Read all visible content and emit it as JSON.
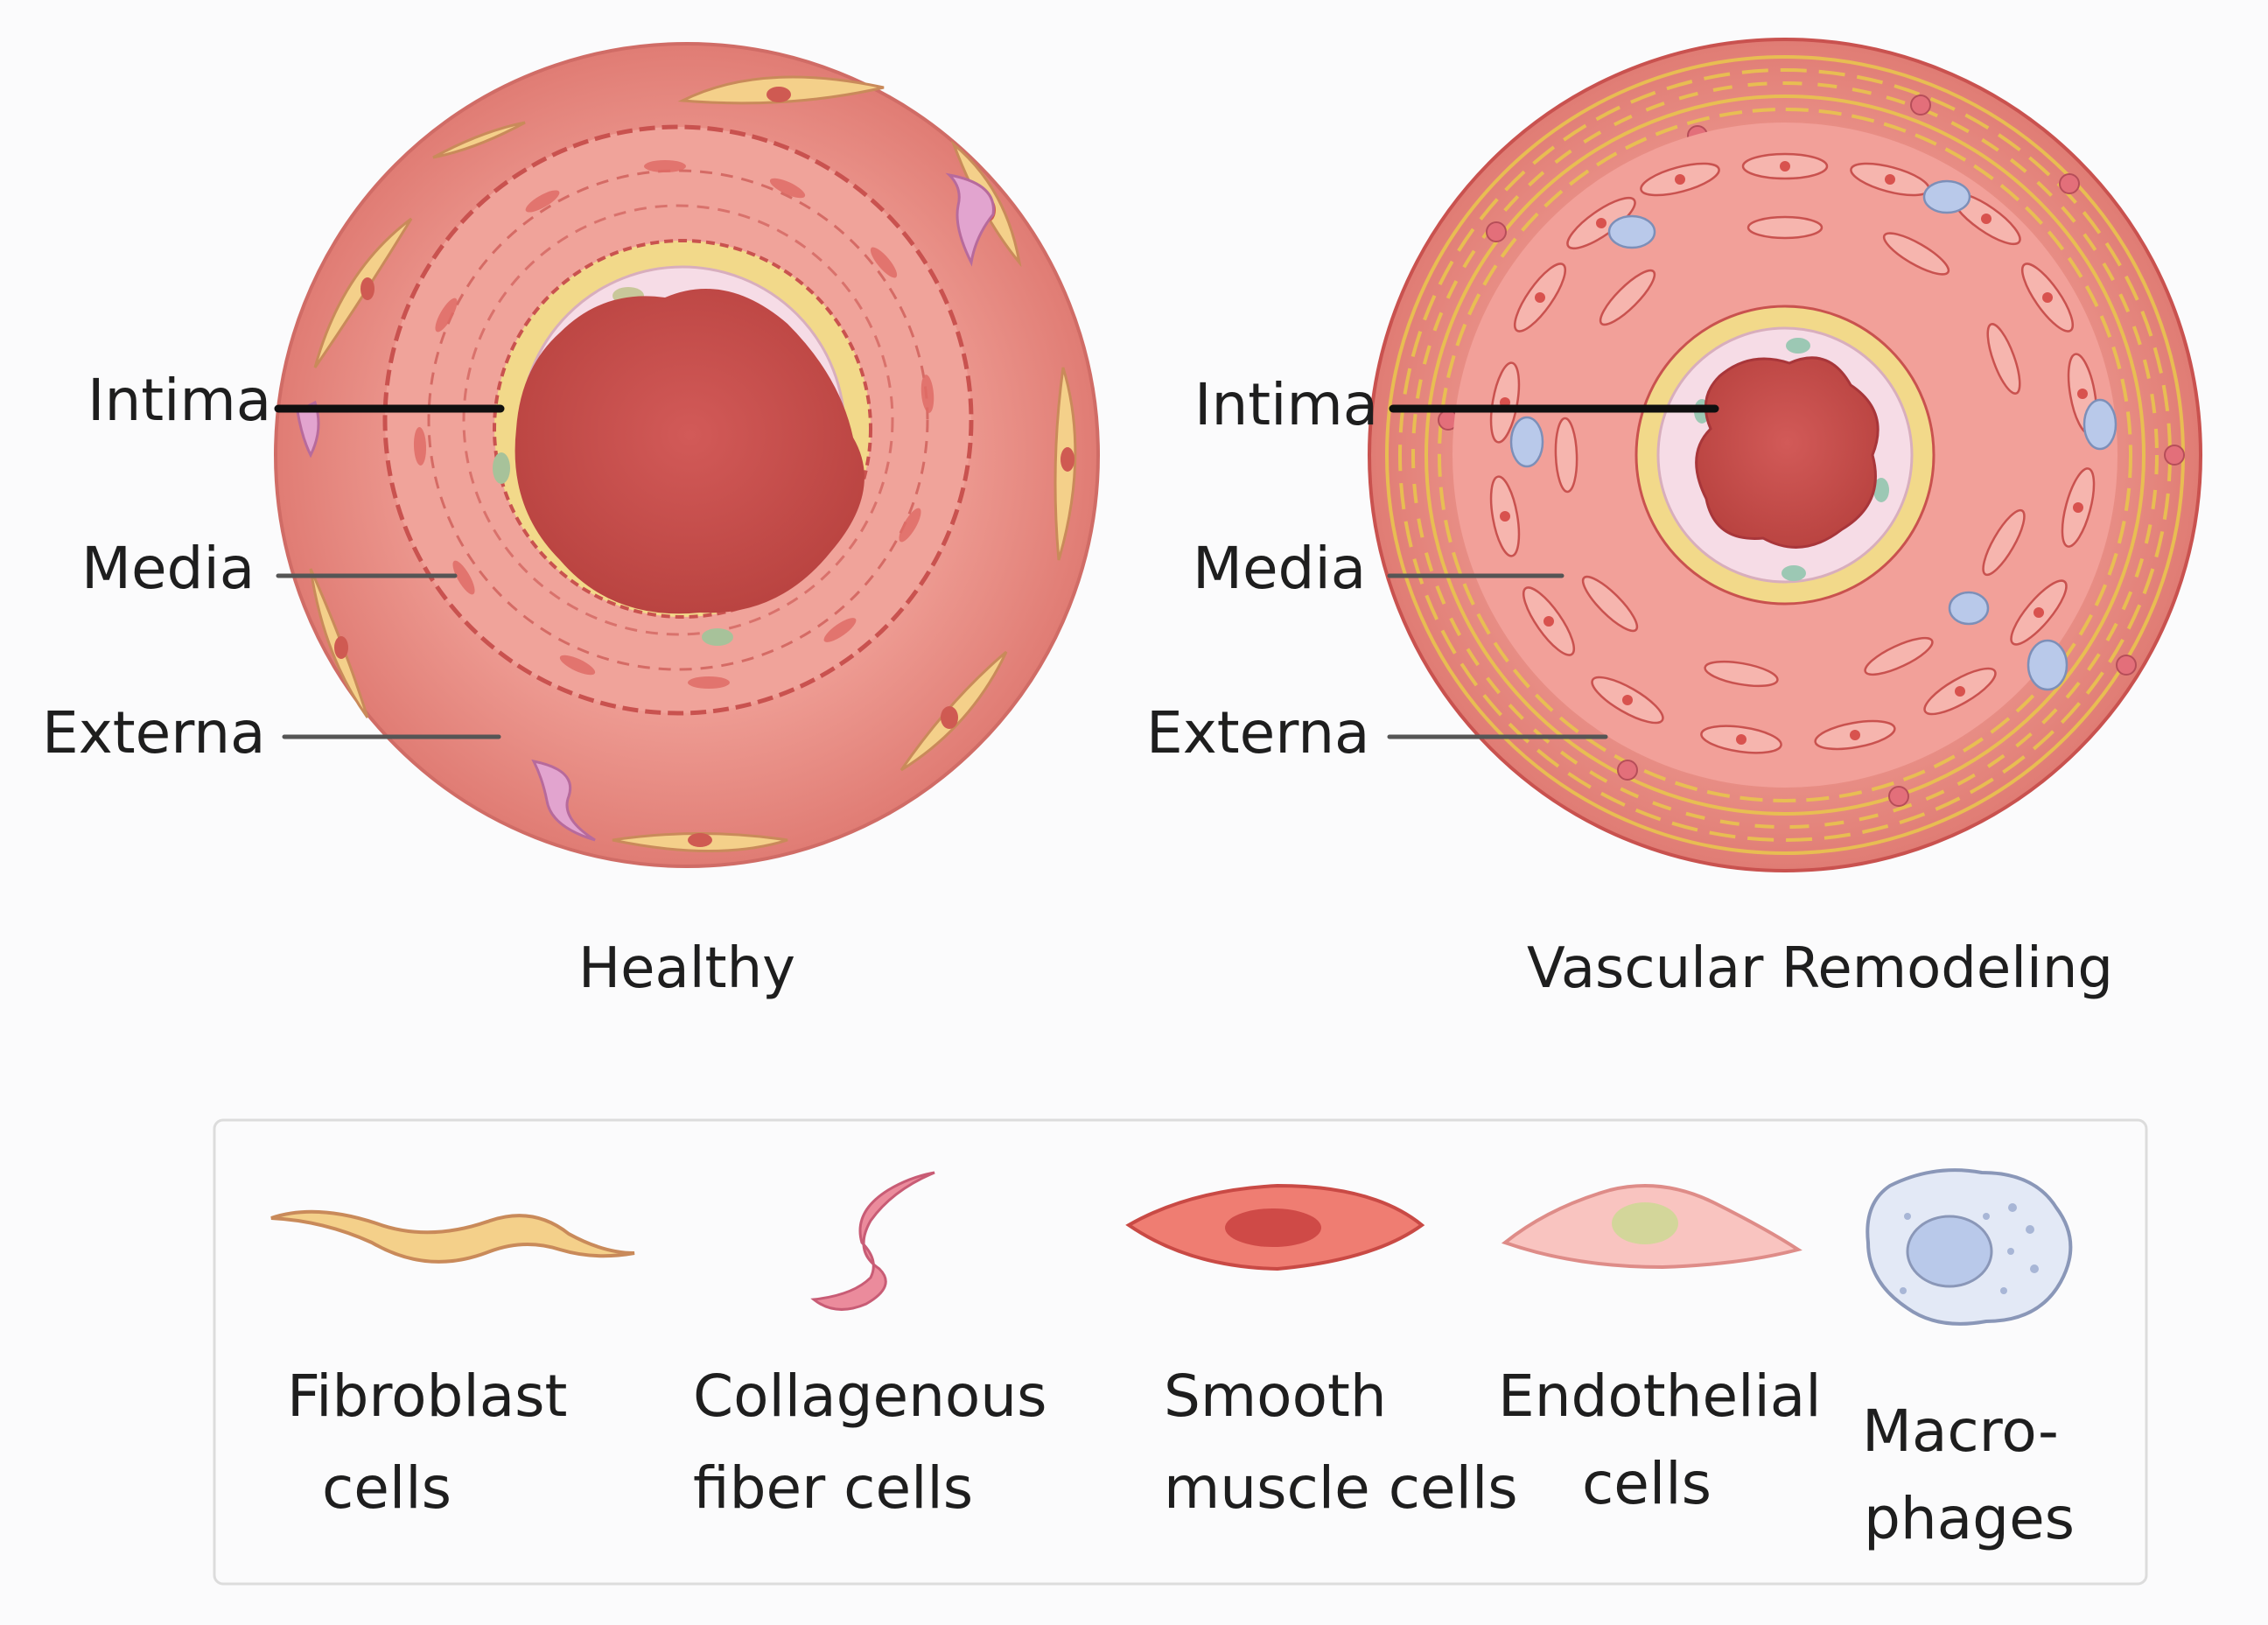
{
  "panels": [
    {
      "title": "Healthy",
      "labels": {
        "intima": "Intima",
        "media": "Media",
        "externa": "Externa"
      }
    },
    {
      "title": "Vascular Remodeling",
      "labels": {
        "intima": "Intima",
        "media": "Media",
        "externa": "Externa"
      }
    }
  ],
  "legend": {
    "items": [
      {
        "icon": "fibroblast-icon",
        "line1": "Fibroblast",
        "line2": "cells"
      },
      {
        "icon": "collagen-fiber-icon",
        "line1": "Collagenous",
        "line2": "fiber cells"
      },
      {
        "icon": "smooth-muscle-cell-icon",
        "line1": "Smooth",
        "line2": "muscle cells"
      },
      {
        "icon": "endothelial-cell-icon",
        "line1": "Endothelial",
        "line2": "cells"
      },
      {
        "icon": "macrophage-icon",
        "line1": "Macro-",
        "line2": "phages"
      }
    ]
  },
  "colors": {
    "lumen": "#c84e4e",
    "vessel_wall": "#e58b84",
    "media": "#f0a39a",
    "elastic_lamina": "#f2d98a",
    "intima": "#f6dce6",
    "fibroblast": "#f4d08a",
    "collagen": "#e9a6c9",
    "smooth_muscle": "#ee8277",
    "endothelial": "#f9c4c0",
    "macrophage": "#b9c9ea",
    "collagen_fibers": "#e9c44e"
  }
}
